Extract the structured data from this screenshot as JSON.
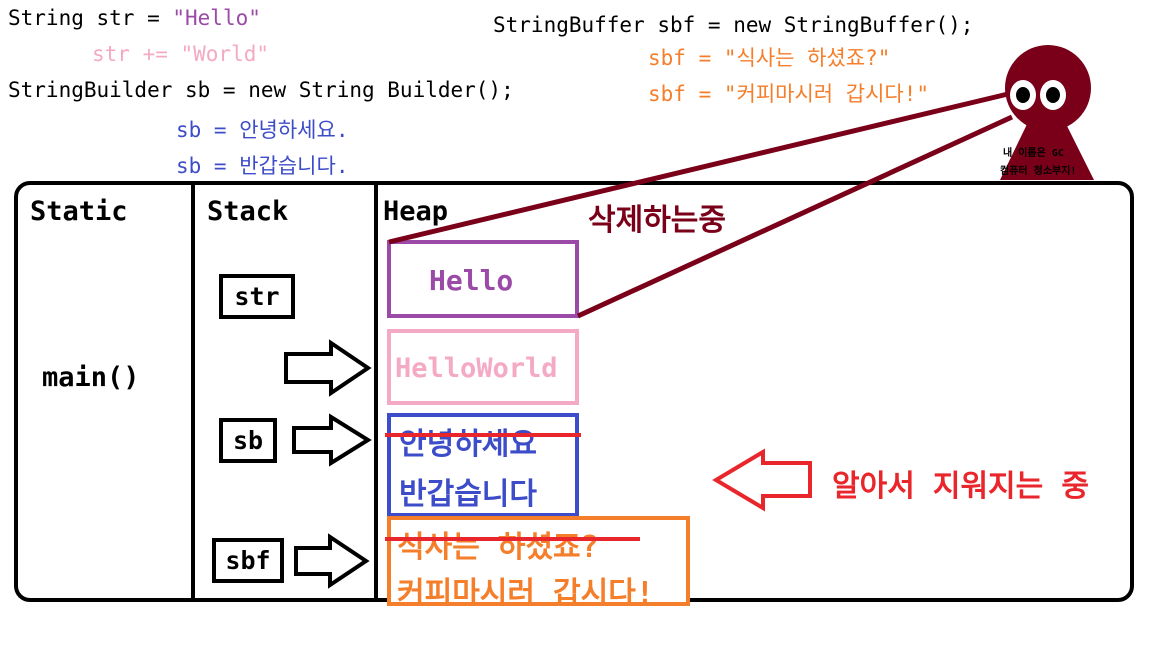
{
  "code": {
    "line1_prefix": "String str = ",
    "line1_value": "\"Hello\"",
    "line2": "str += \"World\"",
    "line3": "StringBuilder sb = new String Builder();",
    "line4": "sb = 안녕하세요.",
    "line5": "sb = 반갑습니다.",
    "sbf_decl": "StringBuffer sbf = new StringBuffer();",
    "sbf_line1": "sbf = \"식사는 하셨죠?\"",
    "sbf_line2": "sbf = \"커피마시러 갑시다!\""
  },
  "sections": {
    "static": "Static",
    "stack": "Stack",
    "heap": "Heap"
  },
  "static_item": "main()",
  "stack_vars": {
    "str": "str",
    "sb": "sb",
    "sbf": "sbf"
  },
  "heap_objects": {
    "hello": "Hello",
    "helloworld": "HelloWorld",
    "sb_line1": "안녕하세요",
    "sb_line2": "반갑습니다",
    "sbf_line1": "식사는 하셨죠?",
    "sbf_line2": "커피마시러 갑시다!"
  },
  "annotations": {
    "deleting": "삭제하는중",
    "auto_delete": "알아서 지워지는 중"
  },
  "gc": {
    "line1": "내 이름은 GC",
    "line2": "컴퓨터 청소부지!"
  },
  "colors": {
    "purple": "#9b4aa8",
    "pink": "#f4a9c4",
    "blue": "#3d4cc8",
    "orange": "#f57e2a",
    "dark_red": "#7a0019",
    "red": "#e8262b"
  }
}
